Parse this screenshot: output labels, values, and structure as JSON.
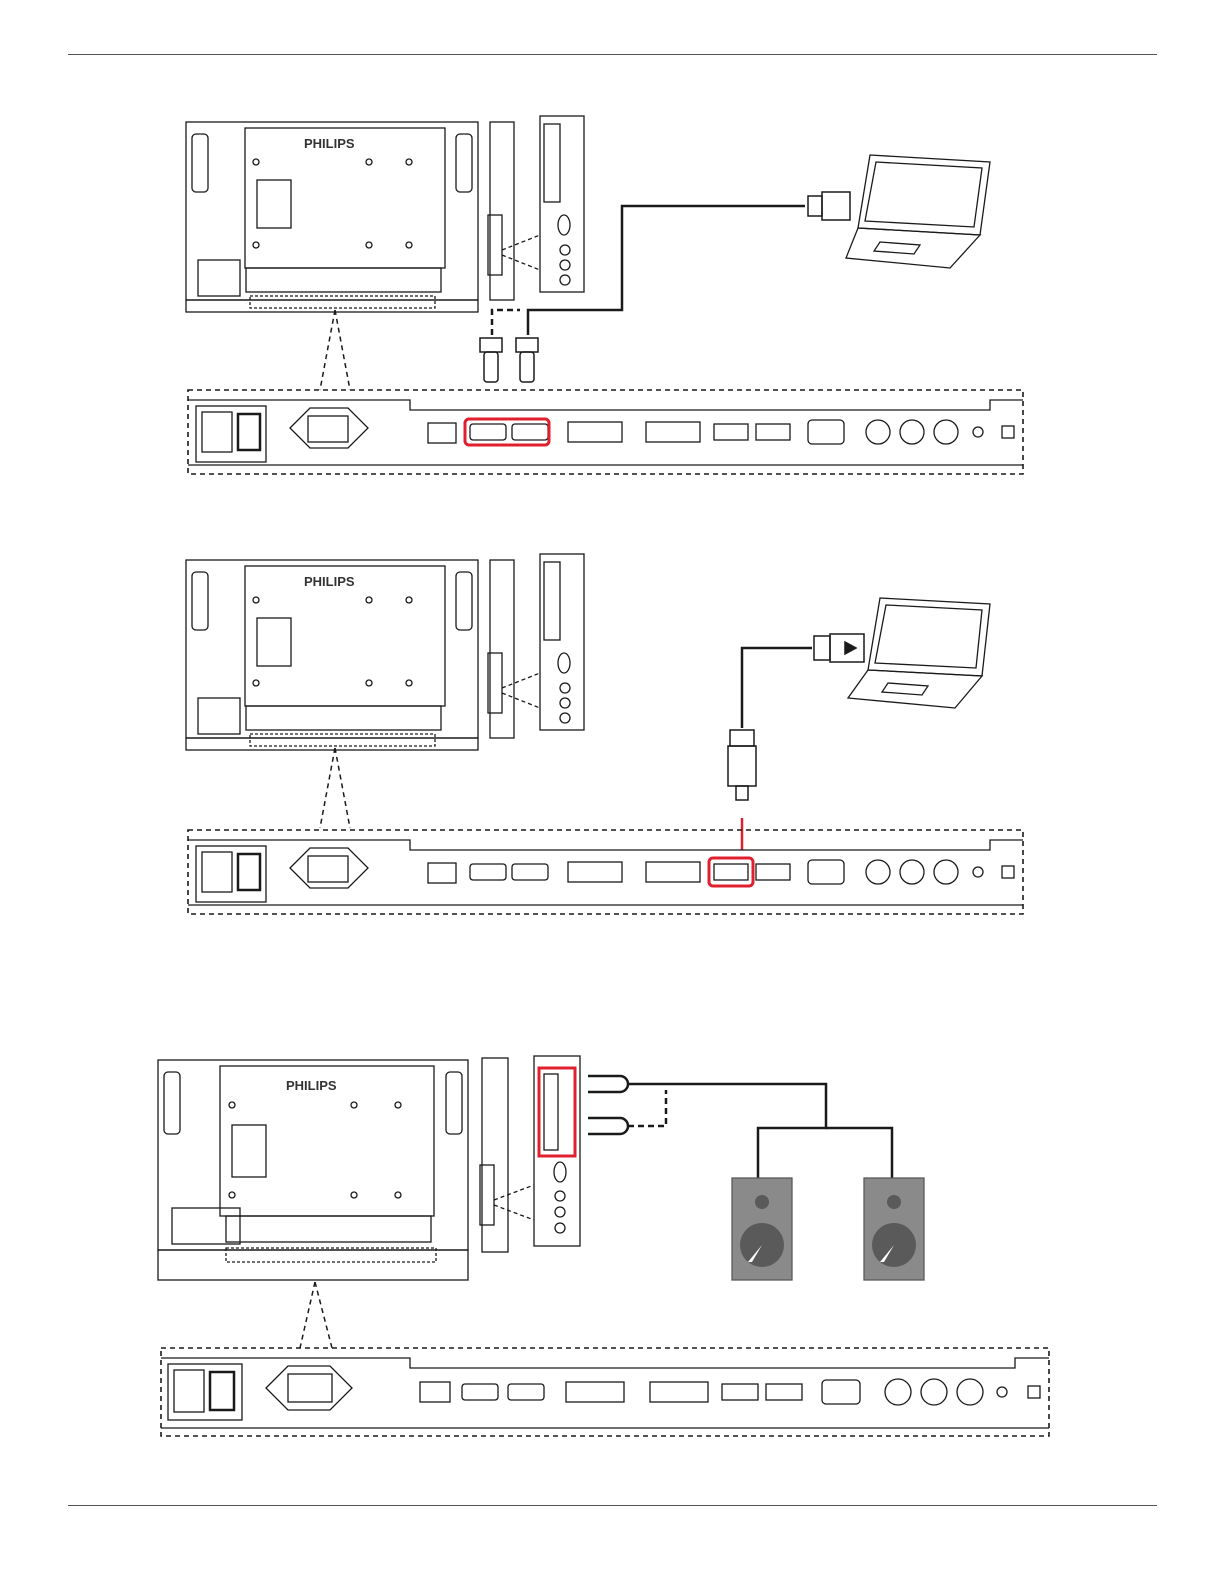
{
  "brand_logo": "PHILIPS",
  "colors": {
    "line": "#1a1a1a",
    "highlight": "#e0202e",
    "speaker_body": "#8a8a8a",
    "speaker_dark": "#5a5a5a"
  },
  "figures": [
    {
      "id": "hdmi-connection",
      "highlighted_port": "hdmi-ports",
      "source_device": "laptop-icon"
    },
    {
      "id": "displayport-connection",
      "highlighted_port": "displayport-in",
      "source_device": "laptop-icon"
    },
    {
      "id": "speaker-connection",
      "highlighted_port": "speaker-terminals",
      "output_device": "speaker-icon"
    }
  ]
}
